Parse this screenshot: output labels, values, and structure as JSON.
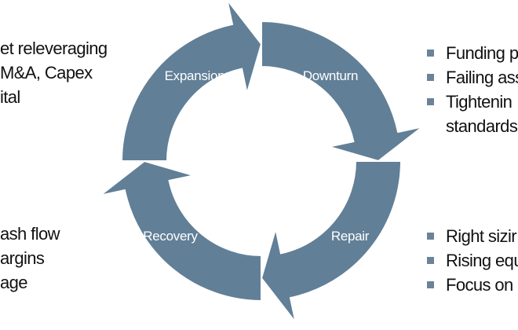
{
  "cycle": {
    "stages": [
      {
        "label": "Expansion"
      },
      {
        "label": "Downturn"
      },
      {
        "label": "Repair"
      },
      {
        "label": "Recovery"
      }
    ]
  },
  "lists": {
    "left_top": [
      "et releveraging",
      "M&A, Capex",
      "ital"
    ],
    "left_bottom": [
      "ash flow",
      "argins",
      "age"
    ],
    "right_top": [
      "Funding p",
      "Failing ass",
      "Tightenin",
      "standards"
    ],
    "right_bottom": [
      "Right sizir",
      "Rising equ",
      "Focus on c"
    ]
  },
  "colors": {
    "arrow_fill": "#617f97",
    "arrow_stroke": "#ffffff",
    "bullet": "#6b8399",
    "text": "#111111"
  }
}
